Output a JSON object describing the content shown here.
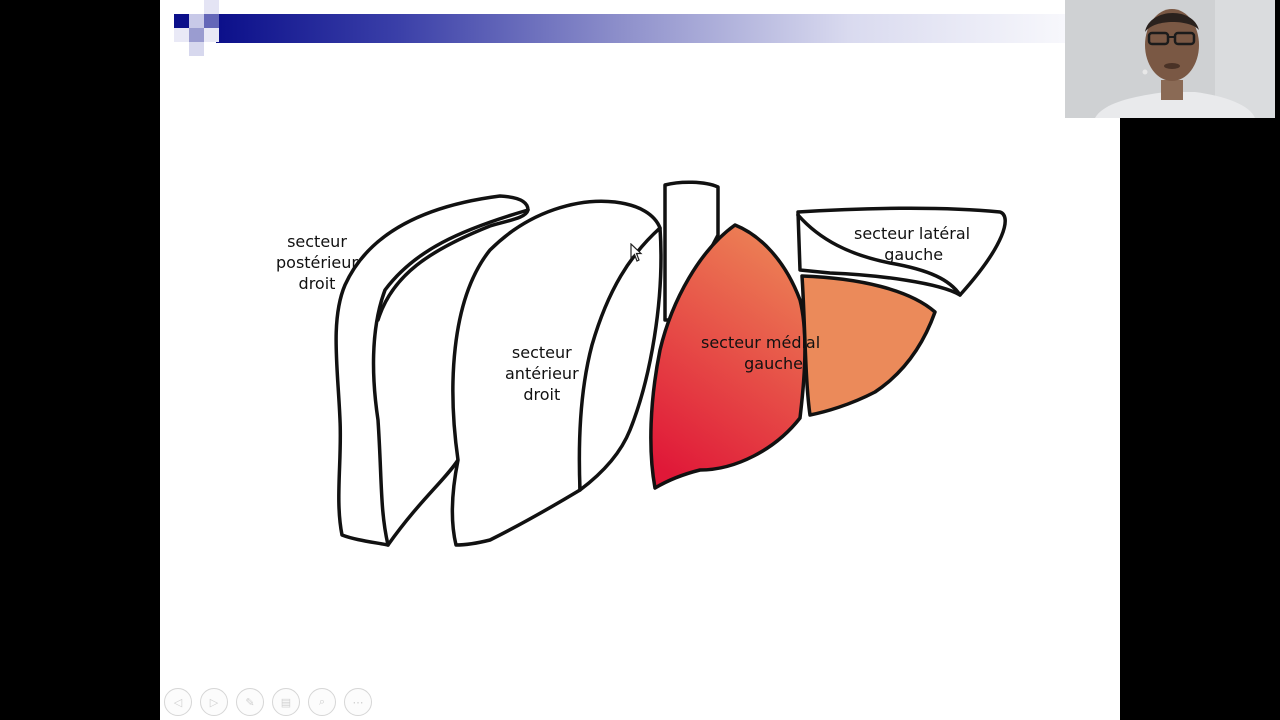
{
  "diagram": {
    "labels": {
      "posterior_right": [
        "secteur",
        "postérieur",
        "droit"
      ],
      "anterior_right": [
        "secteur",
        "antérieur",
        "droit"
      ],
      "medial_left": [
        "secteur médial",
        "gauche"
      ],
      "lateral_left": [
        "secteur latéral",
        "gauche"
      ]
    },
    "highlighted_sectors": [
      "medial_left"
    ],
    "colors": {
      "medial_fill_top": "#ec8055",
      "medial_fill_bottom": "#e01838",
      "lateral_inferior_fill": "#eb8a5a",
      "outline": "#111111",
      "header_band": "#0b0f8a"
    }
  },
  "presentation_controls": [
    {
      "icon": "previous-icon",
      "glyph": "◁"
    },
    {
      "icon": "next-icon",
      "glyph": "▷"
    },
    {
      "icon": "pen-icon",
      "glyph": "✎"
    },
    {
      "icon": "slides-icon",
      "glyph": "▤"
    },
    {
      "icon": "zoom-icon",
      "glyph": "⌕"
    },
    {
      "icon": "more-icon",
      "glyph": "⋯"
    }
  ],
  "webcam": {
    "icon": "presenter-video-icon"
  }
}
